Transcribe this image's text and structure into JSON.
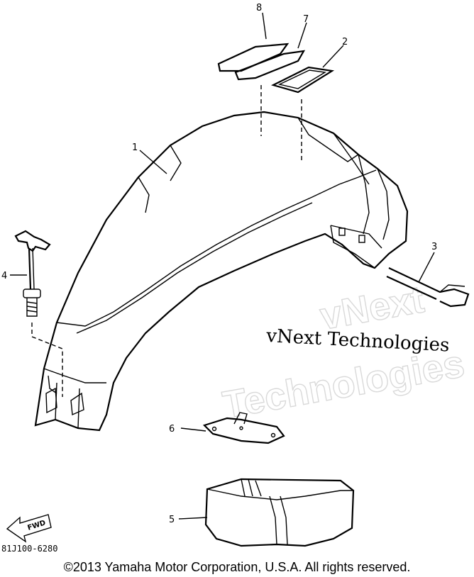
{
  "callouts": {
    "c1": "1",
    "c2": "2",
    "c3": "3",
    "c4": "4",
    "c5": "5",
    "c6": "6",
    "c7": "7",
    "c8": "8"
  },
  "watermark": {
    "small": "vNext Technologies",
    "big_line1": "vNext",
    "big_line2": "Technologies"
  },
  "fwd_label": "FWD",
  "part_number": "81J100-6280",
  "copyright": "©2013 Yamaha Motor Corporation, U.S.A. All rights reserved."
}
